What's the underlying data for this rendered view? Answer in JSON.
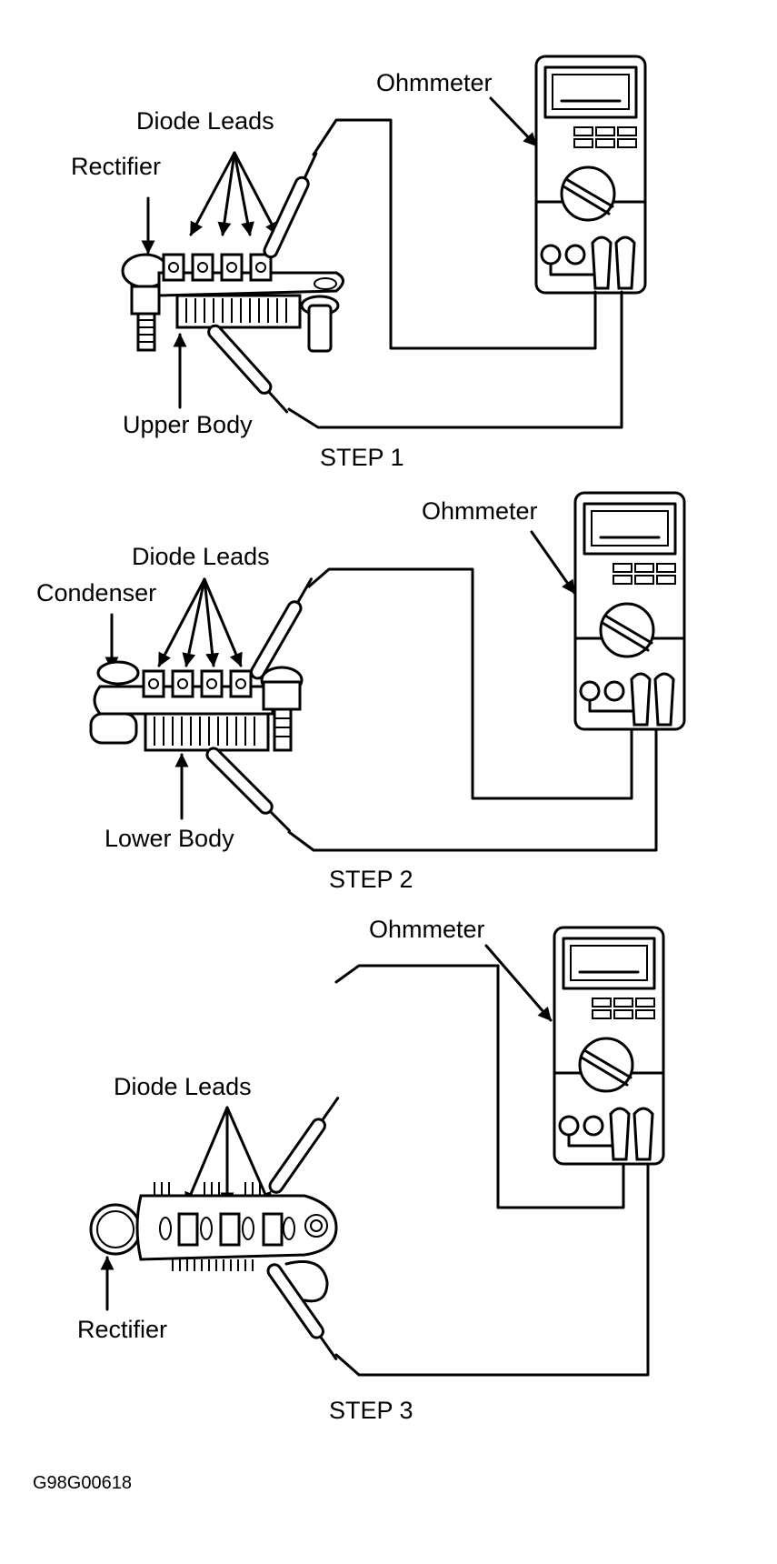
{
  "figure_id": "G98G00618",
  "panels": [
    {
      "step": "STEP 1",
      "labels": {
        "meter": "Ohmmeter",
        "leads": "Diode Leads",
        "part": "Rectifier",
        "body": "Upper Body"
      }
    },
    {
      "step": "STEP 2",
      "labels": {
        "meter": "Ohmmeter",
        "leads": "Diode Leads",
        "part": "Condenser",
        "body": "Lower Body"
      }
    },
    {
      "step": "STEP 3",
      "labels": {
        "meter": "Ohmmeter",
        "leads": "Diode Leads",
        "part": "Rectifier"
      }
    }
  ],
  "colors": {
    "ink": "#000000",
    "paper": "#ffffff"
  }
}
